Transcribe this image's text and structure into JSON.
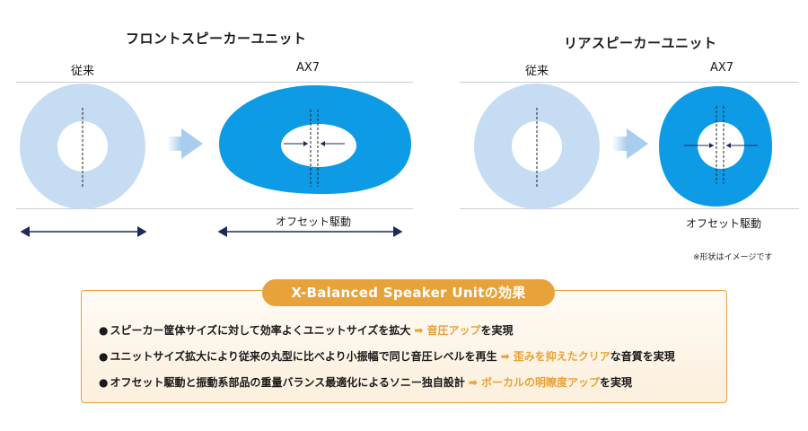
{
  "front": {
    "title": "フロントスピーカーユニット",
    "conventional_label": "従来",
    "new_label": "AX7",
    "offset_label": "オフセット駆動"
  },
  "rear": {
    "title": "リアスピーカーユニット",
    "conventional_label": "従来",
    "new_label": "AX7",
    "offset_label": "オフセット駆動"
  },
  "note": "※形状はイメージです",
  "effects": {
    "heading": "X-Balanced Speaker Unitの効果",
    "items": [
      {
        "text": "スピーカー筐体サイズに対して効率よくユニットサイズを拡大",
        "result": "音圧アップ",
        "suffix": "を実現"
      },
      {
        "text": "ユニットサイズ拡大により従来の丸型に比べより小振幅で同じ音圧レベルを再生",
        "result": "歪みを抑えたクリア",
        "suffix": "な音質を実現"
      },
      {
        "text": "オフセット駆動と振動系部品の重量バランス最適化によるソニー独自設計",
        "result": "ボーカルの明瞭度アップ",
        "suffix": "を実現"
      }
    ]
  },
  "colors": {
    "conventional_fill": "#c5dcf3",
    "new_fill": "#0d9be6",
    "accent": "#e8a23a",
    "arrow_fill": "#a9cdee",
    "dimension_line": "#1e2a5a"
  }
}
